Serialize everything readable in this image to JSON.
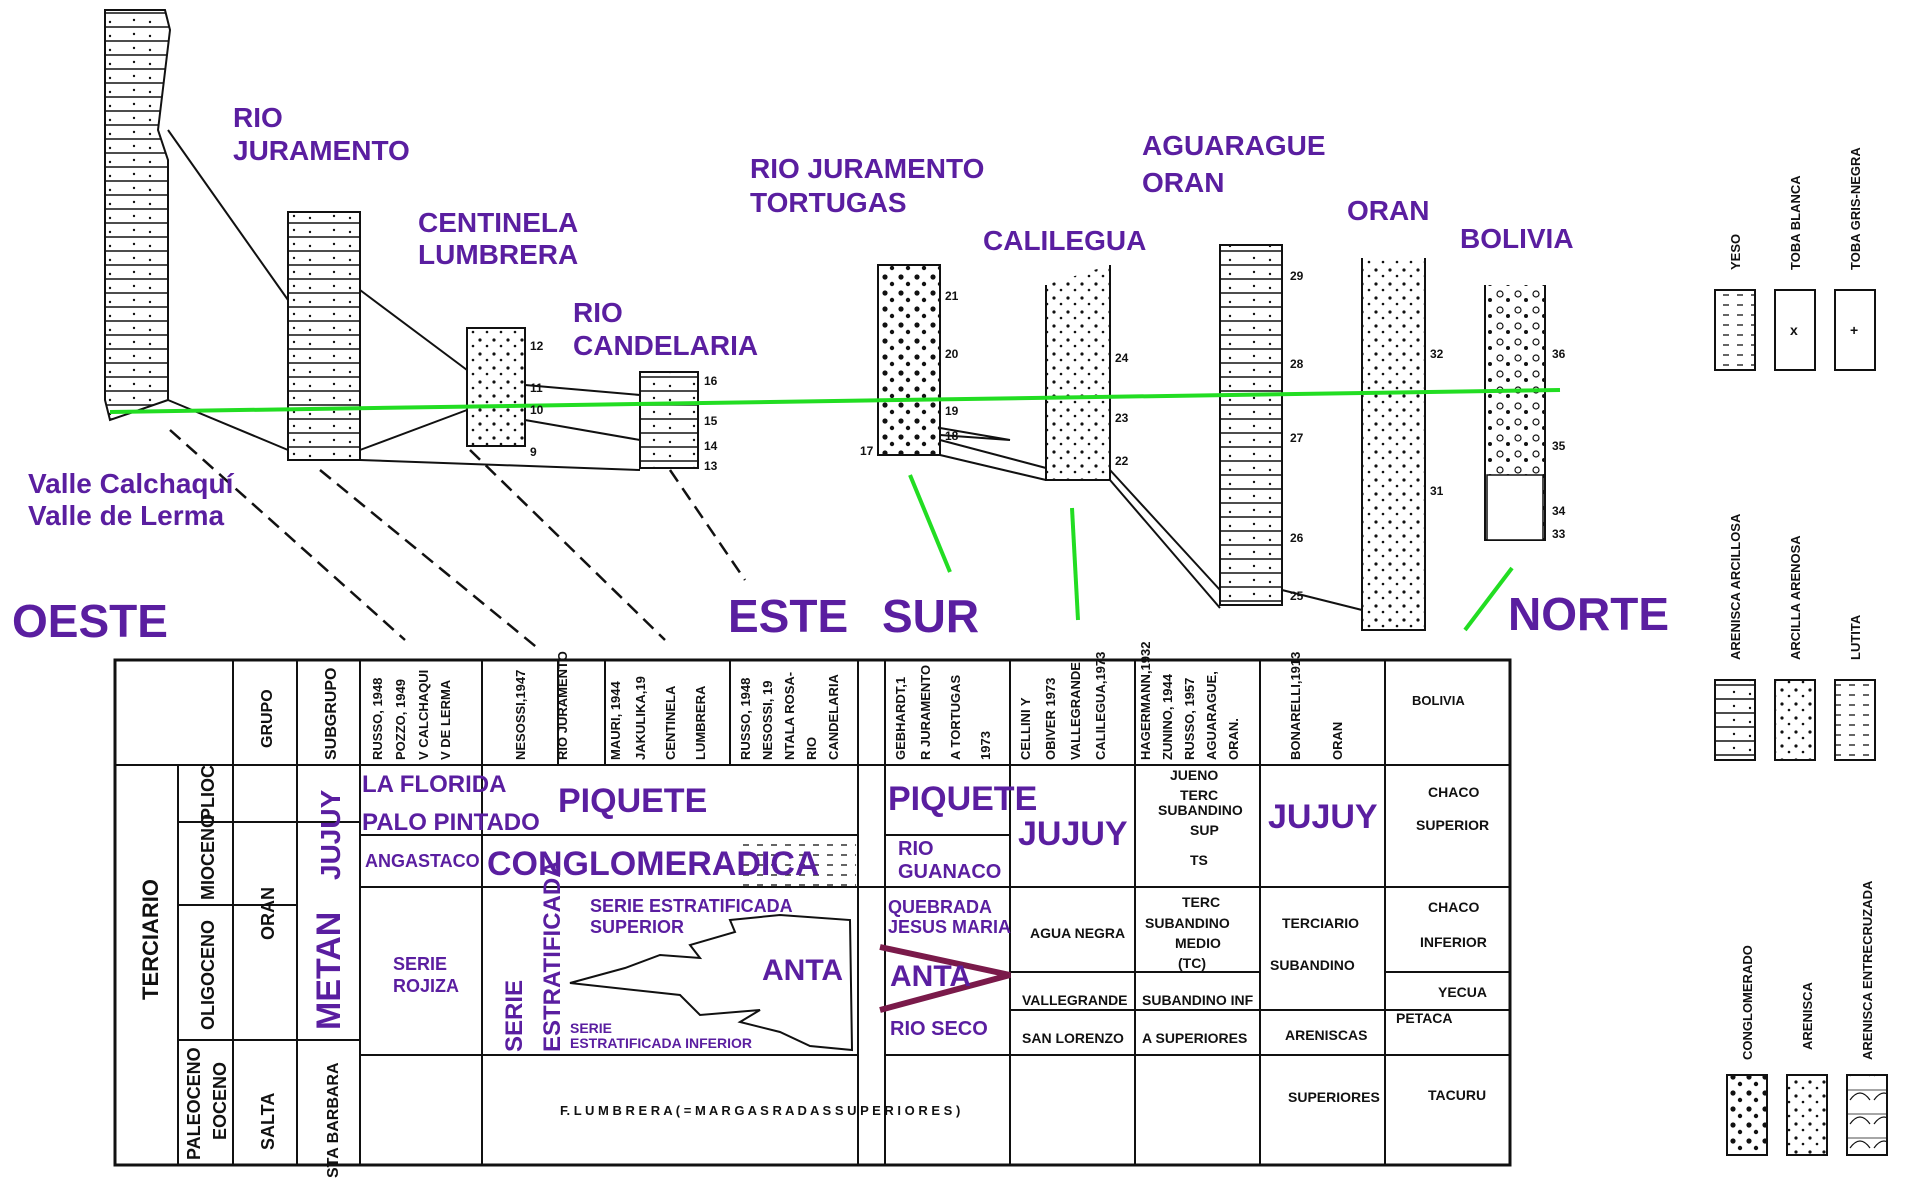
{
  "regions": {
    "valle_1": "Valle Calchaquí",
    "valle_2": "Valle de Lerma",
    "rio_juramento_1": "RIO",
    "rio_juramento_2": "JURAMENTO",
    "centinela_1": "CENTINELA",
    "centinela_2": "LUMBRERA",
    "candelaria_1": "RIO",
    "candelaria_2": "CANDELARIA",
    "tortugas_1": "RIO JURAMENTO",
    "tortugas_2": "TORTUGAS",
    "calilegua": "CALILEGUA",
    "aguarague_1": "AGUARAGUE",
    "aguarague_2": "ORAN",
    "oran": "ORAN",
    "bolivia": "BOLIVIA"
  },
  "directions": {
    "oeste": "OESTE",
    "este": "ESTE",
    "sur": "SUR",
    "norte": "NORTE"
  },
  "bed_numbers": [
    "9",
    "10",
    "11",
    "12",
    "13",
    "14",
    "15",
    "16",
    "17",
    "18",
    "19",
    "20",
    "21",
    "22",
    "23",
    "24",
    "25",
    "26",
    "27",
    "28",
    "29",
    "31",
    "32",
    "33",
    "34",
    "35",
    "36"
  ],
  "table": {
    "headers": {
      "grupo": "GRUPO",
      "subgrupo": "SUBGRUPO",
      "c1": [
        "RUSSO, 1948",
        "POZZO, 1949",
        "V CALCHAQUI",
        "V DE LERMA"
      ],
      "c2": [
        "NESOSSI,1947"
      ],
      "c3": [
        "RIO JURAMENTO"
      ],
      "c4": [
        "MAURI, 1944",
        "JAKULIKA,19",
        "CENTINELA",
        "LUMBRERA"
      ],
      "c5": [
        "RUSSO, 1948",
        "NESOSSI, 19",
        "NTALA ROSA-",
        "RIO",
        "CANDELARIA"
      ],
      "c6": [
        "GEBHARDT,1",
        "R JURAMENTO",
        "A TORTUGAS",
        "1973"
      ],
      "c7": [
        "CELLINI Y",
        "OBIVER 1973",
        "VALLEGRANDE",
        "CALILEGUA,1973"
      ],
      "c8": [
        "HAGERMANN,1932",
        "ZUNINO, 1944",
        "RUSSO, 1957",
        "AGUARAGUE,",
        "ORAN."
      ],
      "c9": [
        "BONARELLI,1913",
        "ORAN"
      ],
      "c10": "BOLIVIA"
    },
    "eras": {
      "terciario": "TERCIARIO",
      "plioc": "PLIOC",
      "mioceno": "MIOCENO",
      "oligoceno": "OLIGOCENO",
      "paleoceno": "PALEOCENO",
      "eoceno": "EOCENO"
    },
    "grupos": {
      "oran": "ORAN",
      "salta": "SALTA"
    },
    "subgrupos": {
      "jujuy": "JUJUY",
      "metan": "METAN",
      "santa_barbara": "STA BARBARA"
    },
    "units": {
      "la_florida": "LA FLORIDA",
      "palo_pintado": "PALO PINTADO",
      "angastaco": "ANGASTACO",
      "piquete_w": "PIQUETE",
      "conglomeradica": "CONGLOMERADICA",
      "serie_sup_1": "SERIE ESTRATIFICADA",
      "serie_sup_2": "SUPERIOR",
      "serie_rojiza_1": "SERIE",
      "serie_rojiza_2": "ROJIZA",
      "serie_vert_1": "SERIE",
      "serie_vert_2": "ESTRATIFICADA",
      "serie_inf_1": "SERIE",
      "serie_inf_2": "ESTRATIFICADA INFERIOR",
      "anta_w": "ANTA",
      "piquete_e": "PIQUETE",
      "rio_guanaco_1": "RIO",
      "rio_guanaco_2": "GUANACO",
      "quebrada_1": "QUEBRADA",
      "quebrada_2": "JESUS MARIA",
      "anta_e": "ANTA",
      "rio_seco": "RIO SECO",
      "jujuy_cal": "JUJUY",
      "agua_negra": "AGUA NEGRA",
      "vallegrande": "VALLEGRANDE",
      "san_lorenzo": "SAN LORENZO",
      "jueno": "JUENO",
      "terc_sub_sup_1": "TERC",
      "terc_sub_sup_2": "SUBANDINO",
      "terc_sub_sup_3": "SUP",
      "ts": "TS",
      "terc_sub_med_1": "TERC",
      "terc_sub_med_2": "SUBANDINO",
      "terc_sub_med_3": "MEDIO",
      "tc": "(TC)",
      "subandino_inf": "SUBANDINO INF",
      "a_superiores": "A SUPERIORES",
      "jujuy_oran": "JUJUY",
      "terciario_sub_1": "TERCIARIO",
      "terciario_sub_2": "SUBANDINO",
      "areniscas": "ARENISCAS",
      "superiores": "SUPERIORES",
      "chaco_sup_1": "CHACO",
      "chaco_sup_2": "SUPERIOR",
      "chaco_inf_1": "CHACO",
      "chaco_inf_2": "INFERIOR",
      "yecua": "YECUA",
      "petaca": "PETACA",
      "tacuru": "TACURU",
      "lumbrera_base": "F. L U M B R E R A   ( = M A R G A S   R A D A S   S U P E R I O R E S )"
    }
  },
  "legend": {
    "yeso": "YESO",
    "toba_blanca": "TOBA BLANCA",
    "toba_gris": "TOBA GRIS-NEGRA",
    "arenisca_arcillosa": "ARENISCA ARCILLOSA",
    "arcilla_arenosa": "ARCILLA ARENOSA",
    "lutita": "LUTITA",
    "conglomerado": "CONGLOMERADO",
    "arenisca": "ARENISCA",
    "arenisca_entrecruzada": "ARENISCA ENTRECRUZADA"
  },
  "colors": {
    "accent": "#5a1ea0",
    "correlation": "#22dd22",
    "boundary": "#7a1a4a"
  }
}
